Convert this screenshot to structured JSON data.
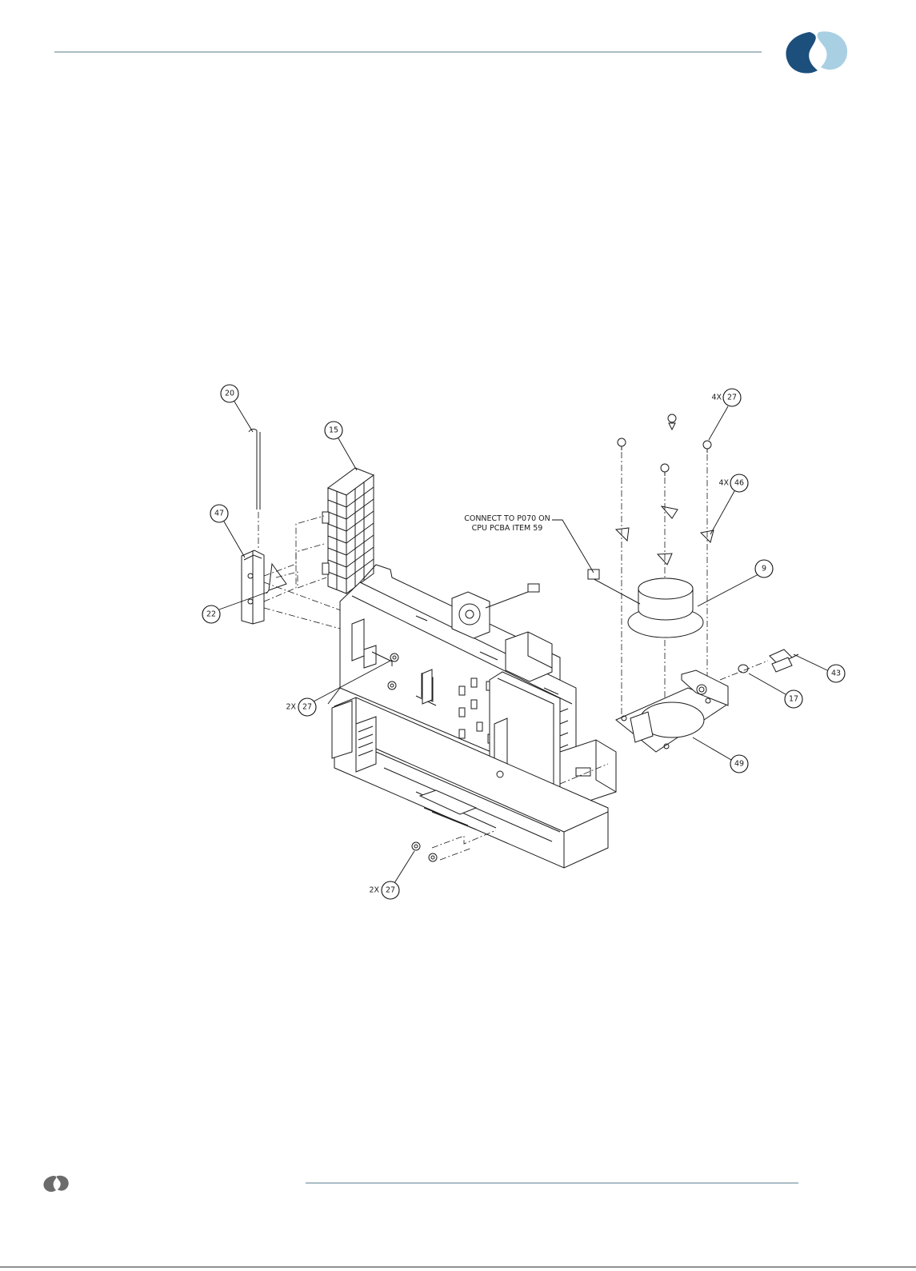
{
  "colors": {
    "header_rule": "#8fa7b3",
    "logo_dark": "#1c4f7c",
    "logo_light": "#a9cfe3",
    "footer_logo": "#6b6b6b",
    "footer_rule": "#8fa7b3"
  },
  "diagram": {
    "callouts": [
      {
        "id": "c20",
        "num": "20"
      },
      {
        "id": "c15",
        "num": "15"
      },
      {
        "id": "c47",
        "num": "47"
      },
      {
        "id": "c22",
        "num": "22"
      },
      {
        "id": "c27a",
        "num": "27",
        "qty": "2X"
      },
      {
        "id": "c27b",
        "num": "27",
        "qty": "2X"
      },
      {
        "id": "c27c",
        "num": "27",
        "qty": "4X"
      },
      {
        "id": "c46",
        "num": "46",
        "qty": "4X"
      },
      {
        "id": "c9",
        "num": "9"
      },
      {
        "id": "c43",
        "num": "43"
      },
      {
        "id": "c17",
        "num": "17"
      },
      {
        "id": "c49",
        "num": "49"
      }
    ],
    "note_line1": "CONNECT TO P070 ON",
    "note_line2": "CPU PCBA ITEM 59"
  }
}
